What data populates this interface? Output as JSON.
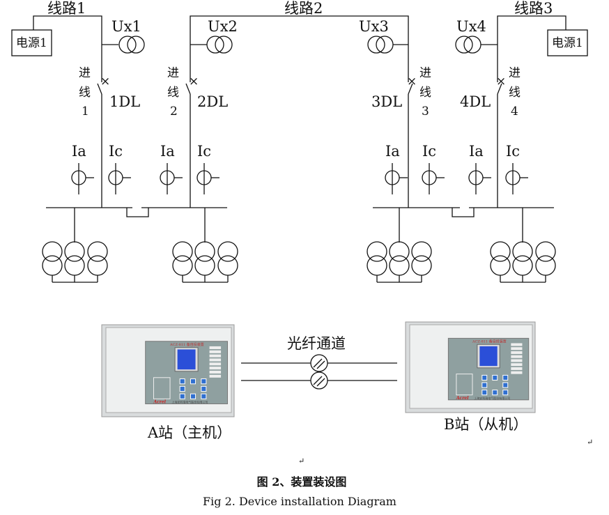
{
  "lines": {
    "line1": "线路1",
    "line2": "线路2",
    "line3": "线路3"
  },
  "sources": {
    "left": "电源1",
    "right": "电源1"
  },
  "pts": [
    "Ux1",
    "Ux2",
    "Ux3",
    "Ux4"
  ],
  "breakers": [
    "1DL",
    "2DL",
    "3DL",
    "4DL"
  ],
  "incoming": [
    {
      "a": "进",
      "b": "线",
      "n": "1"
    },
    {
      "a": "进",
      "b": "线",
      "n": "2"
    },
    {
      "a": "进",
      "b": "线",
      "n": "3"
    },
    {
      "a": "进",
      "b": "线",
      "n": "4"
    }
  ],
  "cts": [
    "Ia",
    "Ic",
    "Ia",
    "Ic",
    "Ia",
    "Ic",
    "Ia",
    "Ic"
  ],
  "fiber_label": "光纤通道",
  "station_a": "A站（主机）",
  "station_b": "B站（从机）",
  "device": {
    "model": "ACZ-811 备自投装置",
    "brand": "Acrel",
    "maker": "上海安科瑞电气股份有限公司"
  },
  "return_mark": "↵",
  "caption_cn": "图 2、装置装设图",
  "caption_en": "Fig 2. Device installation Diagram",
  "colors": {
    "panel": "#8fa0a0",
    "screen": "#2b4fd8",
    "key": "#2f6fd0",
    "case": "#d9dcdd"
  }
}
